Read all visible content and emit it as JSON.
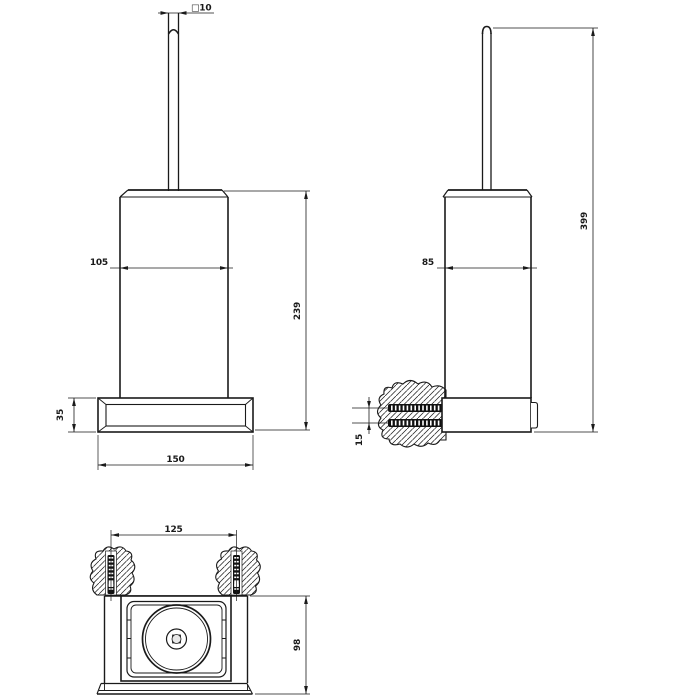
{
  "colors": {
    "background": "#ffffff",
    "line": "#1a1a1a",
    "screw_fill": "#111111",
    "hub_fill": "#c9c9c9"
  },
  "views": {
    "front": {
      "dims": {
        "handle_square": "□10",
        "body_width": "105",
        "overall_height": "239",
        "base_height": "35",
        "base_width": "150"
      }
    },
    "side": {
      "dims": {
        "body_depth": "85",
        "total_height": "399",
        "screw_offset": "15"
      }
    },
    "top": {
      "dims": {
        "screw_spacing": "125",
        "depth": "98"
      }
    }
  }
}
